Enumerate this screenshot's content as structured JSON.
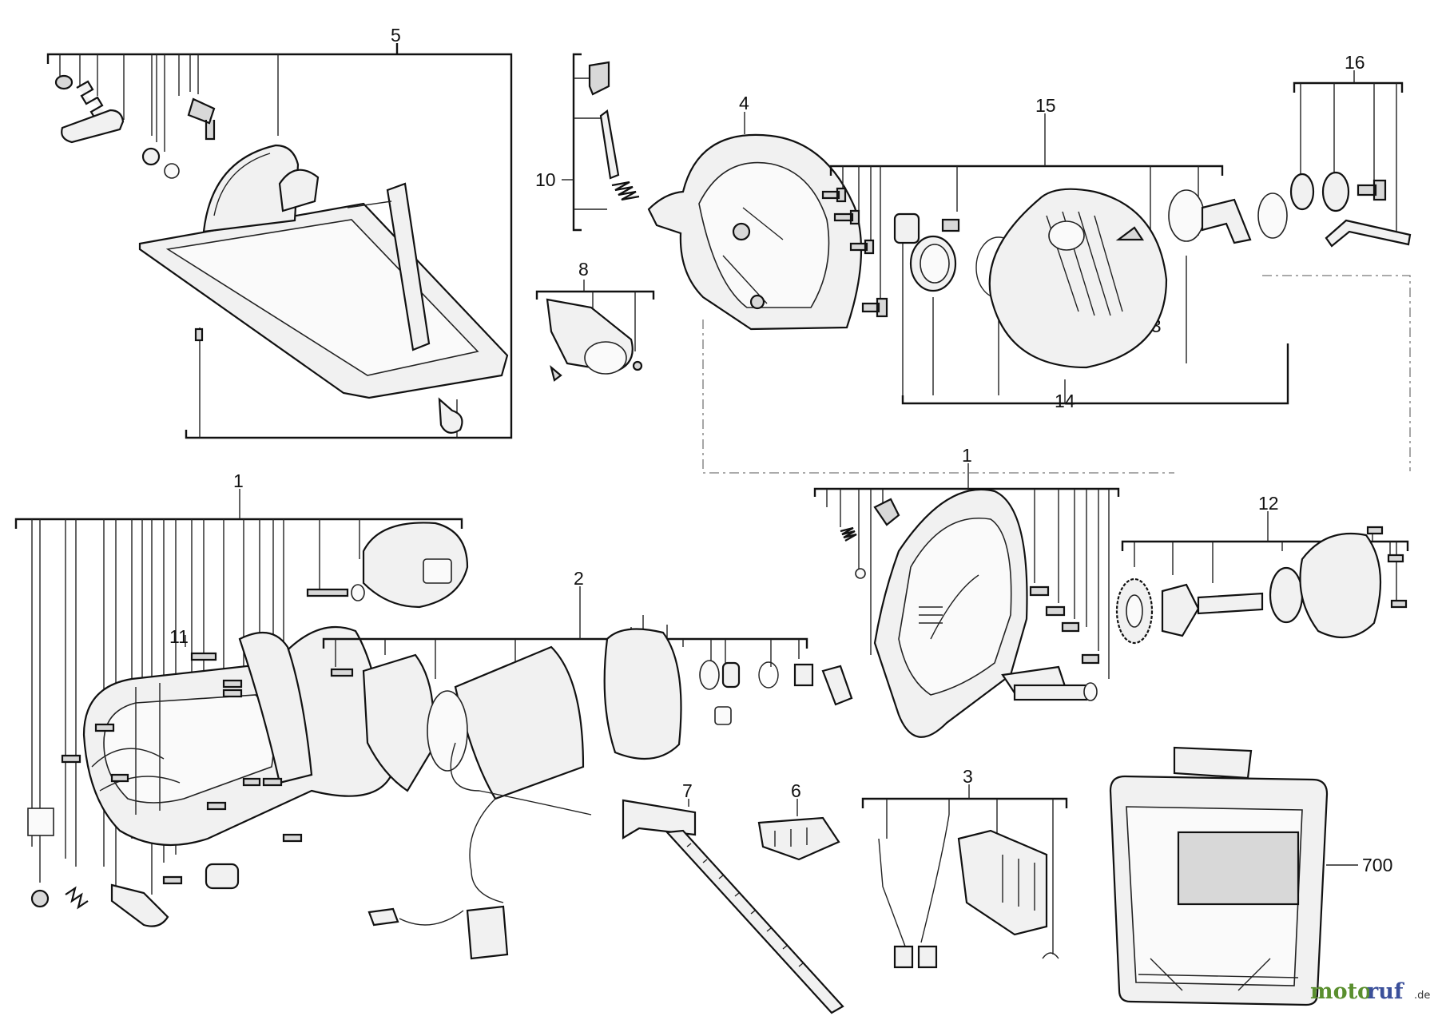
{
  "labels": {
    "base_plate": "5",
    "lever_shaft": "10",
    "guard_top": "4",
    "dust_nozzle": "8",
    "blade_set": "15",
    "flange_set": "16",
    "guard_lower_num": "13",
    "guard_lower_group": "14",
    "housing_right": "1",
    "gear_assembly": "12",
    "housing_left": "1",
    "handle_screw": "11",
    "motor_assembly": "2",
    "rip_fence": "7",
    "battery_contact": "6",
    "switch_assembly": "3",
    "carry_case": "700"
  },
  "watermark": {
    "brand_green": "moto",
    "brand_blue": "ruf",
    "tld": ".de"
  },
  "colors": {
    "line": "#111111",
    "part_fill": "#f1f1f1",
    "logo_green": "#5a8f2e",
    "logo_blue": "#3a4f9a"
  }
}
